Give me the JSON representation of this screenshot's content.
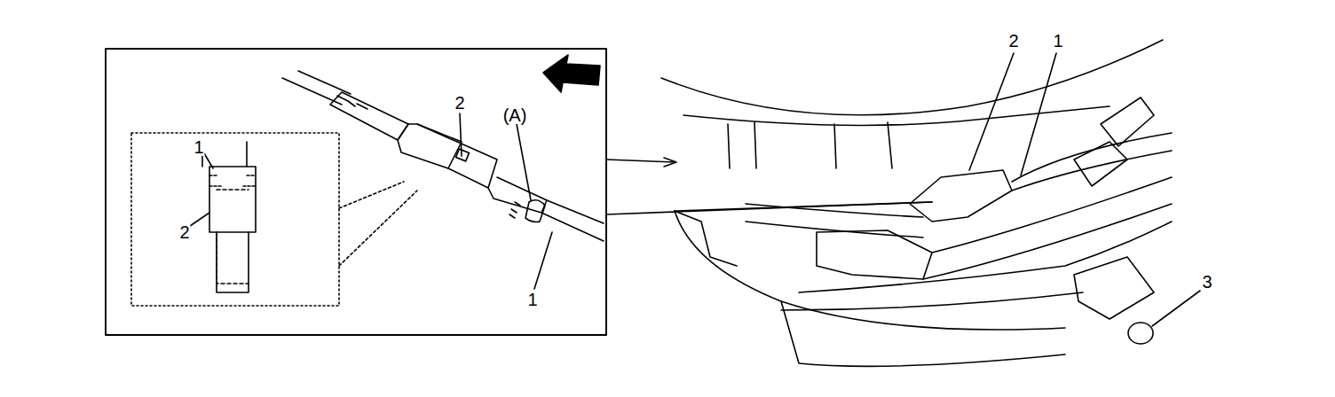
{
  "diagram": {
    "labels": [
      "1",
      "2",
      "2",
      "(A)",
      "1",
      "2",
      "1",
      "3"
    ]
  }
}
